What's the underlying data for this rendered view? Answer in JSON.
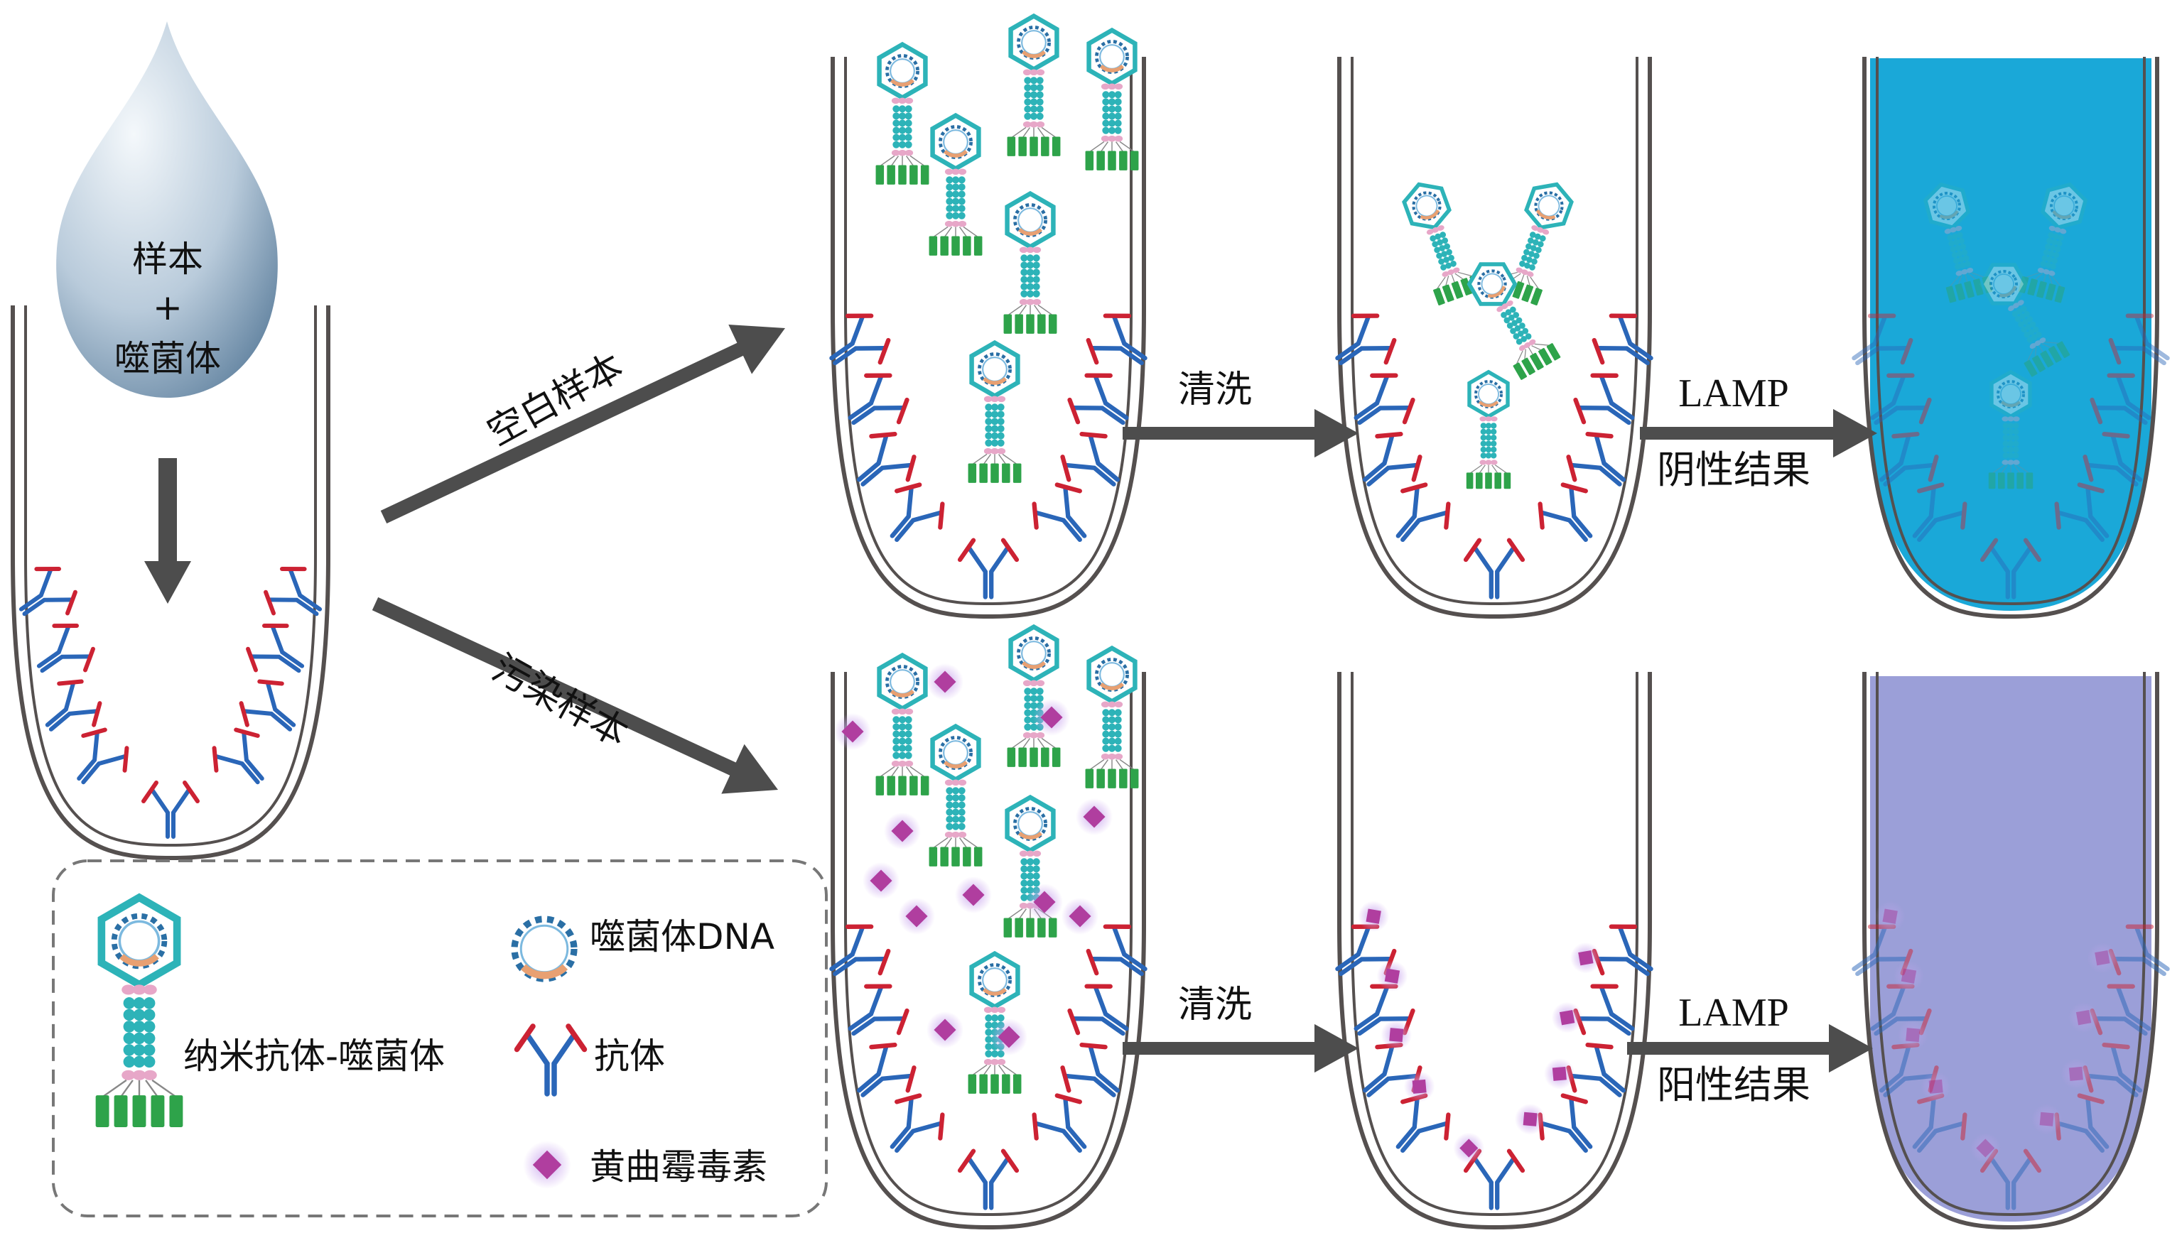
{
  "drop": {
    "line1": "样本",
    "plus": "+",
    "line2": "噬菌体"
  },
  "arrows": {
    "blank": "空白样本",
    "contaminated": "污染样本",
    "wash_top": "清洗",
    "wash_bottom": "清洗",
    "lamp_top": "LAMP",
    "lamp_bottom": "LAMP",
    "result_top": "阴性结果",
    "result_bottom": "阳性结果"
  },
  "legend": {
    "phage_dna": "噬菌体DNA",
    "nanobody_phage": "纳米抗体-噬菌体",
    "antibody": "抗体",
    "aflatoxin": "黄曲霉毒素"
  },
  "colors": {
    "tube": "#55504f",
    "antibody_blue": "#2a66b8",
    "antibody_red": "#cc2233",
    "phage_teal": "#2db3b8",
    "phage_green": "#2ea34a",
    "phage_pink": "#e7a7c8",
    "toxin": "#b03e9f",
    "result_negative": "#1aa8d8",
    "result_positive": "#9b9fd8",
    "arrow": "#4d4d4d"
  }
}
